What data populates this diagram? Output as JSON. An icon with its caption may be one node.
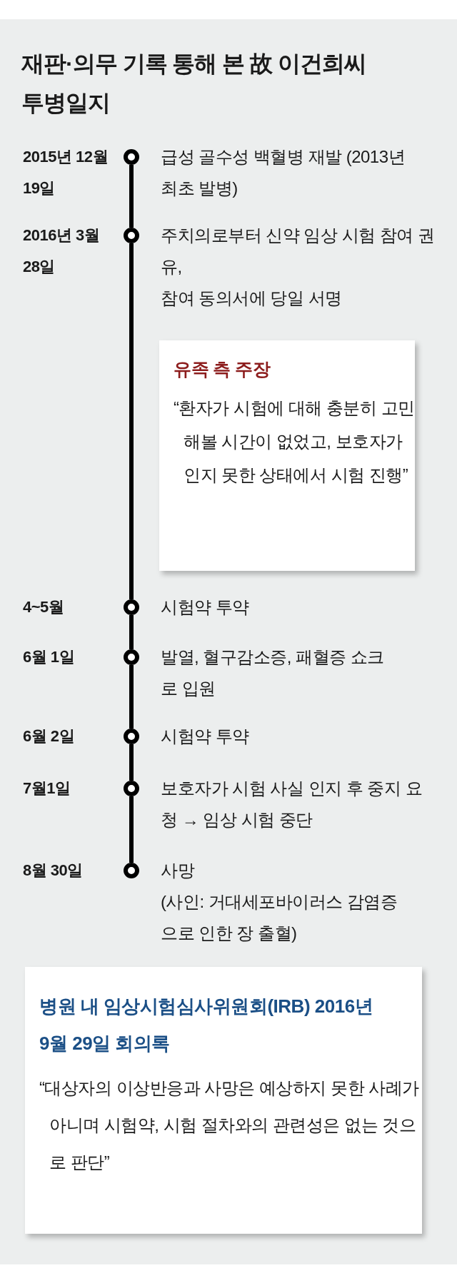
{
  "diagram": {
    "title": "재판·의무 기록 통해 본 故 이건희씨 투병일지",
    "nodes": [
      {
        "text": [],
        "shape": "circle"
      },
      {
        "text": [],
        "shape": "circle"
      },
      {
        "text": [
          "유족 측 주장",
          "“환자가 시험에 대해 충분히 고민해볼 시간이 없었고, 보호자가 인지 못한 상태에서 시험 진행”"
        ]
      },
      {
        "text": [],
        "shape": "circle"
      },
      {
        "text": [],
        "shape": "circle"
      },
      {
        "text": [],
        "shape": "circle"
      },
      {
        "text": [],
        "shape": "circle"
      },
      {
        "text": [],
        "shape": "circle"
      },
      {
        "text": [
          "병원 내 임상시험심사위원회(IRB) 2016년 9월 29일 회의록",
          "“대상자의 이상반응과 사망은 예상하지 못한 사례가 아니며 시험약, 시험 절차와의 관련성은 없는 것으로 판단”"
        ]
      }
    ],
    "edges": [
      {
        "from": 0,
        "to": 1,
        "arrow": "none"
      },
      {
        "from": 1,
        "to": 3,
        "arrow": "none"
      },
      {
        "from": 3,
        "to": 4,
        "arrow": "none"
      },
      {
        "from": 4,
        "to": 5,
        "arrow": "none"
      },
      {
        "from": 5,
        "to": 6,
        "arrow": "none"
      },
      {
        "from": 6,
        "to": 7,
        "arrow": "none"
      }
    ],
    "labels": [
      "2015년 12월 19일",
      "급성 골수성 백혈병 재발 (2013년 최초 발병)",
      "2016년 3월 28일",
      "주치의로부터 신약 임상 시험 참여 권유,",
      "참여 동의서에 당일 서명",
      "4~5월",
      "시험약 투약",
      "6월 1일",
      "발열, 혈구감소증, 패혈증 쇼크로 입원",
      "6월 2일",
      "시험약 투약",
      "7월1일",
      "보호자가 시험 사실 인지 후 중지 요청 → 임상 시험 중단",
      "8월 30일",
      "사망",
      "(사인: 거대세포바이러스 감염증으로 인한 장 출혈)"
    ]
  }
}
